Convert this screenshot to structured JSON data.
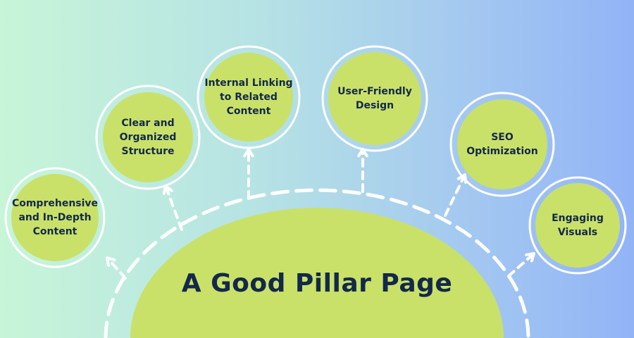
{
  "title": "A Good Pillar Page",
  "nodes": [
    {
      "id": "comprehensive",
      "label": "Comprehensive\nand In-Depth\nContent"
    },
    {
      "id": "clear-structure",
      "label": "Clear and\nOrganized\nStructure"
    },
    {
      "id": "internal-linking",
      "label": "Internal Linking\nto Related\nContent"
    },
    {
      "id": "user-friendly",
      "label": "User-Friendly\nDesign"
    },
    {
      "id": "seo",
      "label": "SEO\nOptimization"
    },
    {
      "id": "engaging-visuals",
      "label": "Engaging\nVisuals"
    }
  ],
  "colors": {
    "circle_fill": "#c9e168",
    "ring": "#ffffff",
    "text": "#13284a",
    "background_left": "#c7f5d8",
    "background_right": "#92b4f7"
  }
}
